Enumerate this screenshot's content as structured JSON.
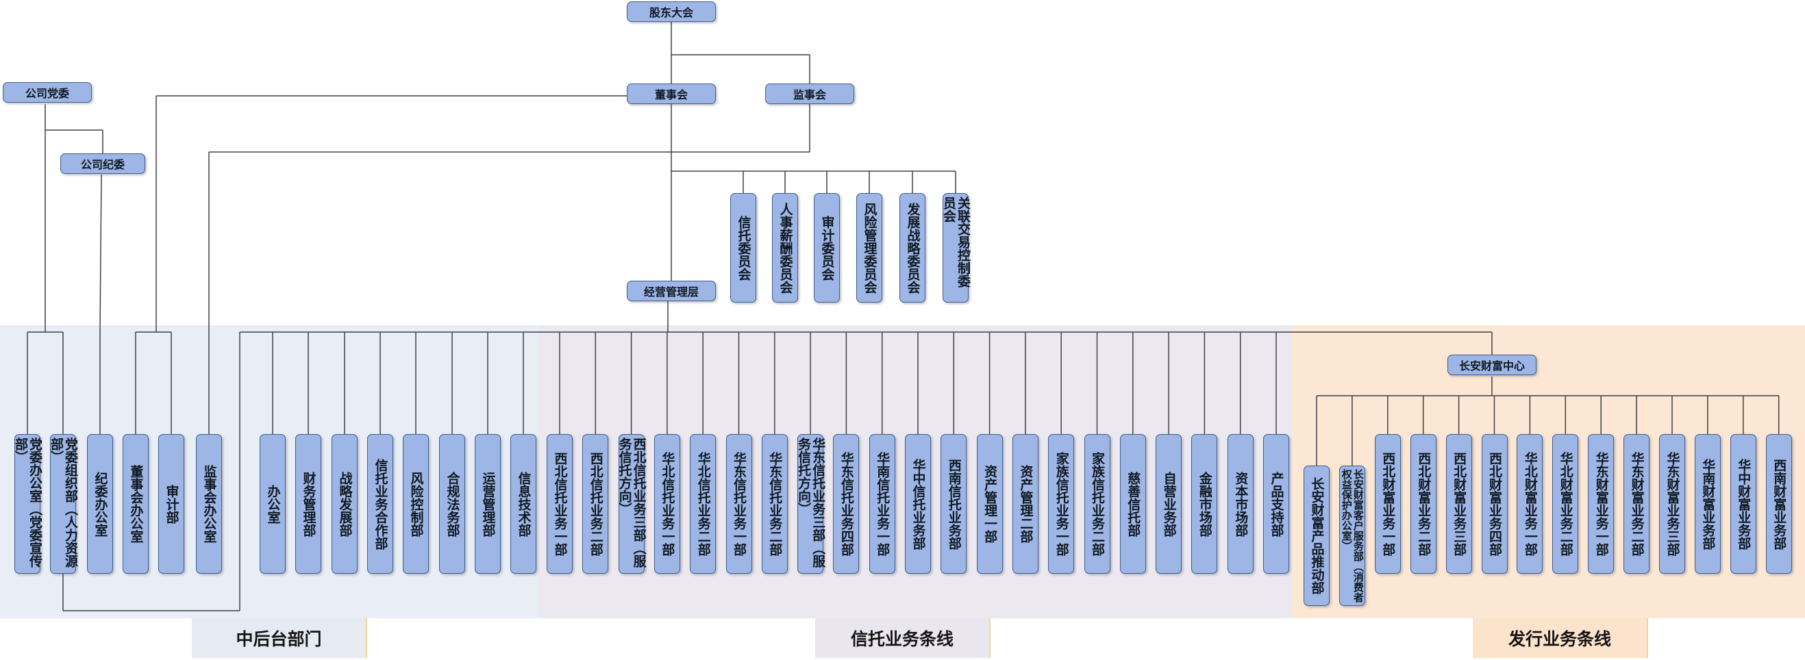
{
  "colors": {
    "node_fill": "#9db6e6",
    "node_border": "#3f5d8f",
    "line": "#404040",
    "zone_back_office": "#e9eef6",
    "zone_trust": "#ebe8ef",
    "zone_issuance": "#fbe7d4"
  },
  "top": {
    "shareholders": "股东大会",
    "board": "董事会",
    "supervisors": "监事会",
    "party_committee": "公司党委",
    "discipline_committee": "公司纪委",
    "management": "经营管理层",
    "wealth_center": "长安财富中心"
  },
  "committees": [
    "信托委员会",
    "人事薪酬委员会",
    "审计委员会",
    "风险管理委员会",
    "发展战略委员会",
    "关联交易控制委员会"
  ],
  "departments": [
    "党委办公室（党委宣传部）",
    "党委组织部（人力资源部）",
    "纪委办公室",
    "董事会办公室",
    "审计部",
    "监事会办公室",
    "办公室",
    "财务管理部",
    "战略发展部",
    "信托业务合作部",
    "风险控制部",
    "合规法务部",
    "运营管理部",
    "信息技术部",
    "西北信托业务一部",
    "西北信托业务二部",
    "西北信托业务三部（服务信托方向）",
    "华北信托业务一部",
    "华北信托业务二部",
    "华东信托业务一部",
    "华东信托业务二部",
    "华东信托业务三部（服务信托方向）",
    "华东信托业务四部",
    "华南信托业务一部",
    "华中信托业务部",
    "西南信托业务部",
    "资产管理一部",
    "资产管理二部",
    "家族信托业务一部",
    "家族信托业务二部",
    "慈善信托部",
    "自营业务部",
    "金融市场部",
    "资本市场部",
    "产品支持部"
  ],
  "wealth_departments": [
    "长安财富产品推动部",
    "长安财富客户服务部（消费者权益保护办公室）",
    "西北财富业务一部",
    "西北财富业务二部",
    "西北财富业务三部",
    "西北财富业务四部",
    "华北财富业务一部",
    "华北财富业务二部",
    "华东财富业务一部",
    "华东财富业务二部",
    "华东财富业务三部",
    "华南财富业务部",
    "华中财富业务部",
    "西南财富业务部"
  ],
  "zone_labels": {
    "back_office": "中后台部门",
    "trust": "信托业务条线",
    "issuance": "发行业务条线"
  }
}
